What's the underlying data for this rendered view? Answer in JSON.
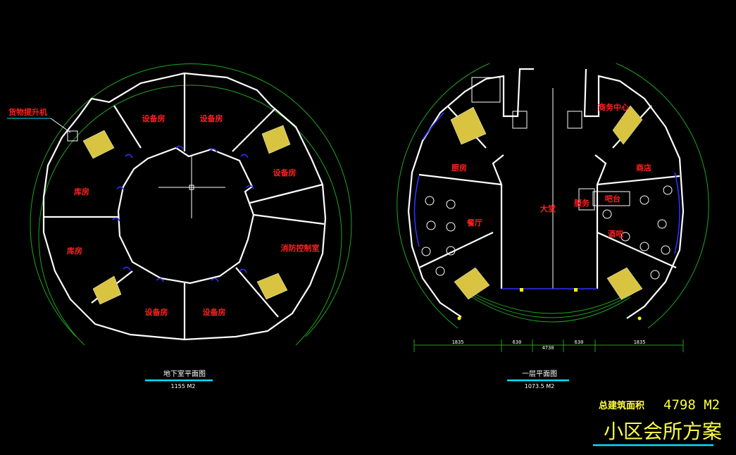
{
  "drawing": {
    "total_area_label": "总建筑面积",
    "total_area_value": "4798 M2",
    "project_title": "小区会所方案"
  },
  "basement_plan": {
    "title": "地下室平面图",
    "area": "1155 M2",
    "callout": "货物提升机",
    "rooms": [
      "设备房",
      "设备房",
      "设备房",
      "消防控制室",
      "设备房",
      "设备房",
      "库房",
      "库房"
    ]
  },
  "first_floor_plan": {
    "title": "一层平面图",
    "area": "1073.5 M2",
    "rooms": [
      "厨房",
      "餐厅",
      "大堂",
      "服务",
      "商务中心",
      "商店",
      "吧台",
      "酒吧"
    ],
    "dimensions": [
      "1835",
      "630",
      "4730",
      "630",
      "1835"
    ]
  },
  "colors": {
    "background": "#000000",
    "walls": "#ffffff",
    "room_labels": "#ff2020",
    "dimension_lines": "#1fa51f",
    "openings": "#3030ff",
    "stairs": "#d8c440",
    "title_underline": "#00e0ff",
    "annotation_text": "#ffff40"
  }
}
